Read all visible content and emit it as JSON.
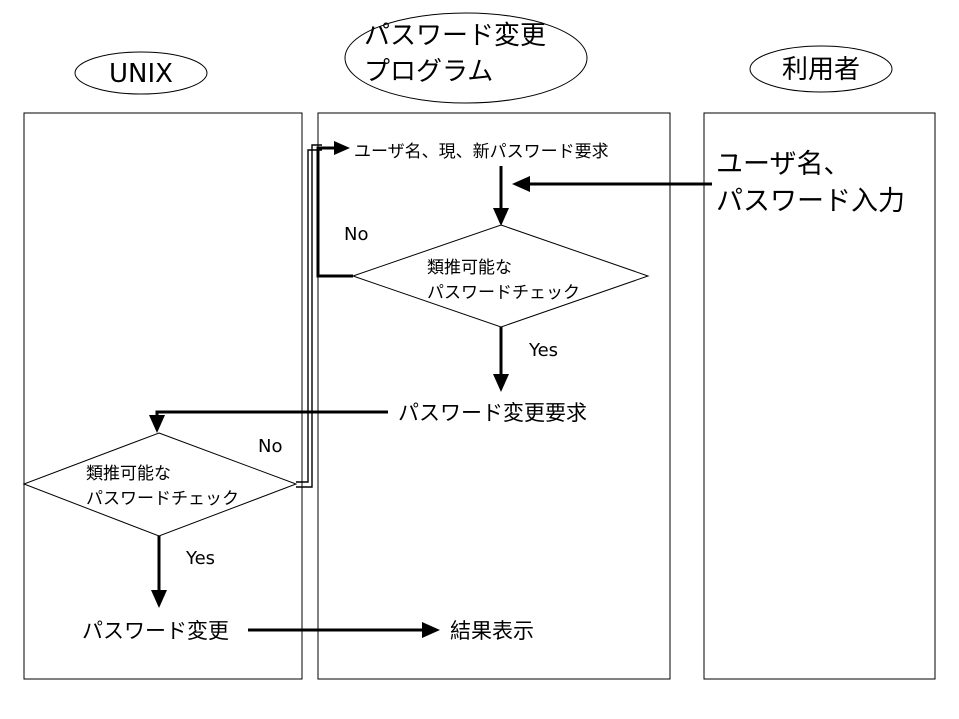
{
  "lanes": {
    "unix": {
      "label": "UNIX"
    },
    "program": {
      "label_line1": "パスワード変更",
      "label_line2": "プログラム"
    },
    "user": {
      "label": "利用者"
    }
  },
  "nodes": {
    "user_input": {
      "line1": "ユーザ名、",
      "line2": "パスワード入力"
    },
    "request_credentials": {
      "text": "ユーザ名、現、新パスワード要求"
    },
    "check_program": {
      "line1": "類推可能な",
      "line2": "パスワードチェック"
    },
    "change_request": {
      "text": "パスワード変更要求"
    },
    "check_unix": {
      "line1": "類推可能な",
      "line2": "パスワードチェック"
    },
    "change_password": {
      "text": "パスワード変更"
    },
    "show_result": {
      "text": "結果表示"
    }
  },
  "edge_labels": {
    "program_no": "No",
    "program_yes": "Yes",
    "unix_no": "No",
    "unix_yes": "Yes"
  }
}
